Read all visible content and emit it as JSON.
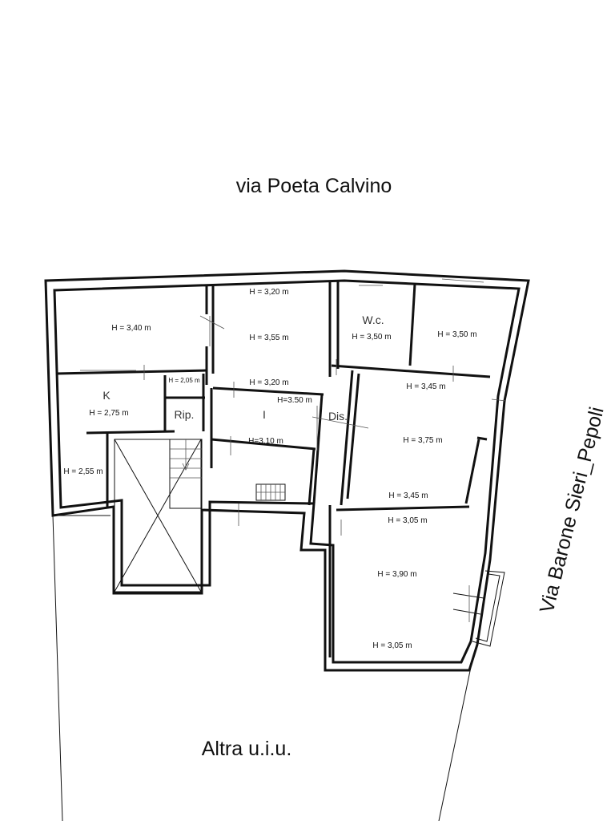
{
  "streets": {
    "top": "via Poeta Calvino",
    "right": "Via Barone Sieri_Pepoli"
  },
  "other_unit_label": "Altra u.i.u.",
  "rooms": {
    "room_nw": {
      "height": "H = 3,40 m"
    },
    "k": {
      "name": "K",
      "height": "H = 2,75 m"
    },
    "small_w": {
      "height": "H = 2,55 m"
    },
    "rip": {
      "name": "Rip.",
      "height": "H = 2,05 m"
    },
    "center_n": {
      "height_a": "H = 3,20 m",
      "height_b": "H = 3,55 m",
      "height_c": "H = 3,20 m"
    },
    "i": {
      "name": "I",
      "height_a": "H=3.50 m",
      "height_b": "H=3,10 m"
    },
    "wc": {
      "name": "W.c.",
      "height": "H = 3,50 m"
    },
    "room_ne": {
      "height": "H = 3,50 m"
    },
    "dis": {
      "name": "Dis."
    },
    "room_e": {
      "height_a": "H = 3,45 m",
      "height_b": "H = 3,75 m",
      "height_c": "H = 3,45 m"
    },
    "room_se": {
      "height_a": "H = 3,05 m",
      "height_b": "H = 3,90 m",
      "height_c": "H = 3,05 m"
    }
  }
}
